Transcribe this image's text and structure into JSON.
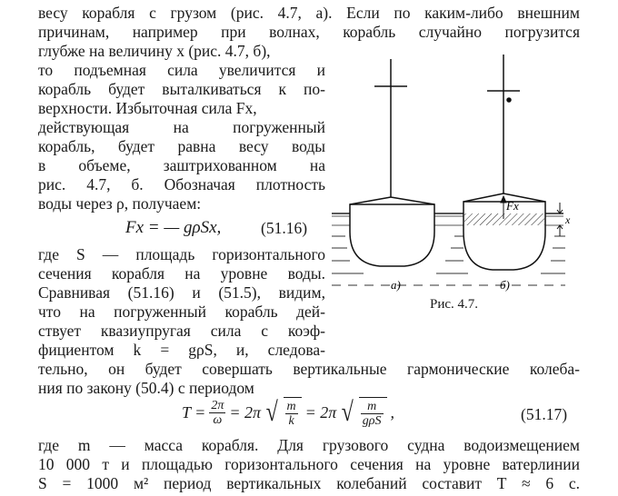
{
  "paragraph": {
    "l1": "весу корабля с грузом (рис. 4.7, а). Если по каким-либо внешним",
    "l2": "причинам, например при волнах, корабль случайно погрузится",
    "l3": "глубже на величину x (рис. 4.7, б),",
    "l4": "то подъемная сила увеличится и",
    "l5": "корабль будет выталкиваться к по-",
    "l6": "верхности. Избыточная сила Fx,",
    "l7": "действующая на погруженный",
    "l8": "корабль, будет равна весу воды",
    "l9": "в объеме, заштрихованном на",
    "l10": "рис. 4.7, б. Обозначая плотность",
    "l11": "воды через ρ, получаем:"
  },
  "equation1": {
    "lhs": "Fx = — gρSx,",
    "number": "(51.16)"
  },
  "paragraph2": {
    "l1": "где S — площадь горизонтального",
    "l2": "сечения корабля на уровне воды.",
    "l3": "Сравнивая (51.16) и (51.5), видим,",
    "l4": "что на погруженный корабль дей-",
    "l5": "ствует квазиупругая сила с коэф-",
    "l6": "фициентом k = gρS, и, следова-",
    "l7": "тельно, он будет совершать вертикальные гармонические колеба-",
    "l8": "ния по закону (50.4) с периодом"
  },
  "equation2": {
    "t": "T =",
    "f1num": "2π",
    "f1den": "ω",
    "eq2": "= 2π",
    "f2num": "m",
    "f2den": "k",
    "eq3": "= 2π",
    "f3num": "m",
    "f3den": "gρS",
    "tail": ",",
    "number": "(51.17)"
  },
  "paragraph3": {
    "l1": "где m — масса корабля. Для грузового судна водоизмещением",
    "l2": "10 000 т и площадью горизонтального сечения на уровне ватерлинии",
    "l3": "S = 1000 м² период вертикальных колебаний составит T ≈ 6 с."
  },
  "figure": {
    "label_a": "а)",
    "label_b": "б)",
    "force_label": "Fx",
    "depth_label": "x",
    "caption": "Рис. 4.7."
  }
}
